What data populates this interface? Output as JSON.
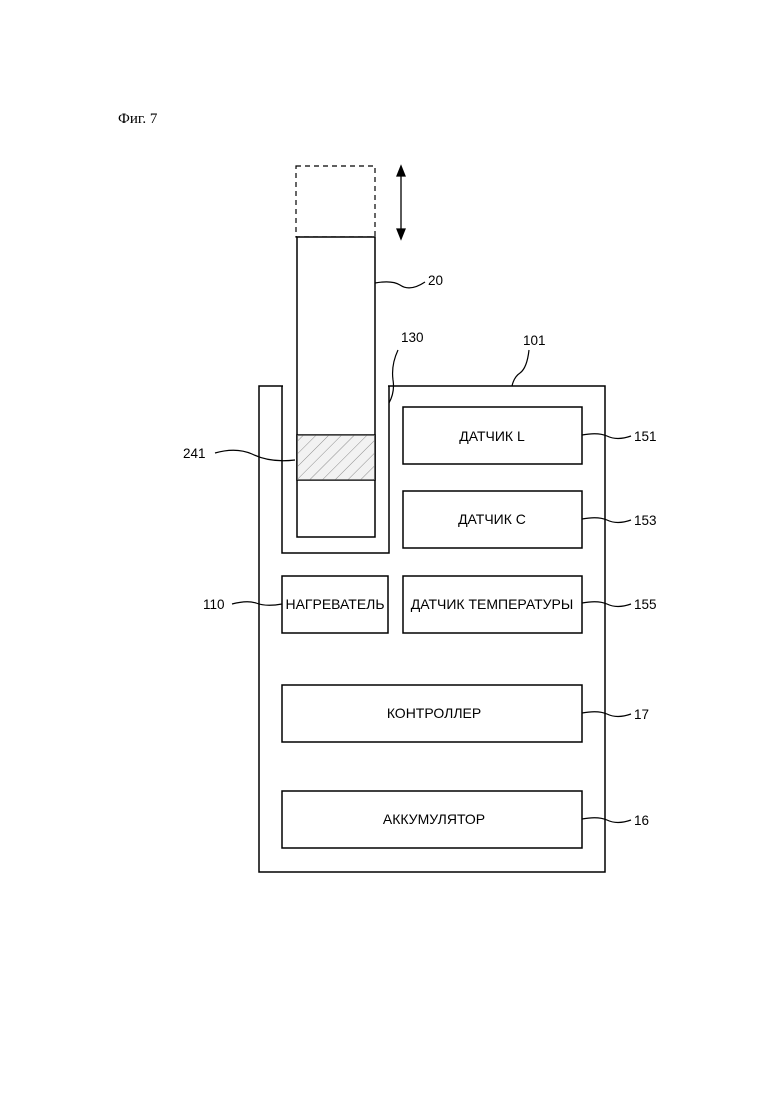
{
  "figure": {
    "label": "Фиг. 7"
  },
  "blocks": {
    "sensor_l": "ДАТЧИК L",
    "sensor_c": "ДАТЧИК C",
    "heater": "НАГРЕВАТЕЛЬ",
    "temp_sensor": "ДАТЧИК ТЕМПЕРАТУРЫ",
    "controller": "КОНТРОЛЛЕР",
    "battery": "АККУМУЛЯТОР"
  },
  "refs": {
    "cigarette": "20",
    "holder": "130",
    "device": "101",
    "marker": "241",
    "sensor_l": "151",
    "sensor_c": "153",
    "heater": "110",
    "temp_sensor": "155",
    "controller": "17",
    "battery": "16"
  }
}
